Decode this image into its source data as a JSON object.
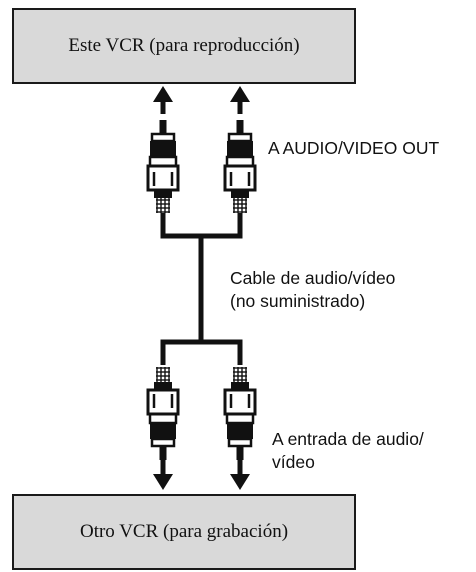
{
  "top_device": {
    "label": "Este VCR (para reproducción)"
  },
  "bottom_device": {
    "label": "Otro VCR (para grabación)"
  },
  "connector_top_label": "A AUDIO/VIDEO OUT",
  "cable_label": {
    "line1": "Cable de audio/vídeo",
    "line2": "(no suministrado)"
  },
  "connector_bottom_label": {
    "line1": "A entrada de audio/",
    "line2": "vídeo"
  }
}
